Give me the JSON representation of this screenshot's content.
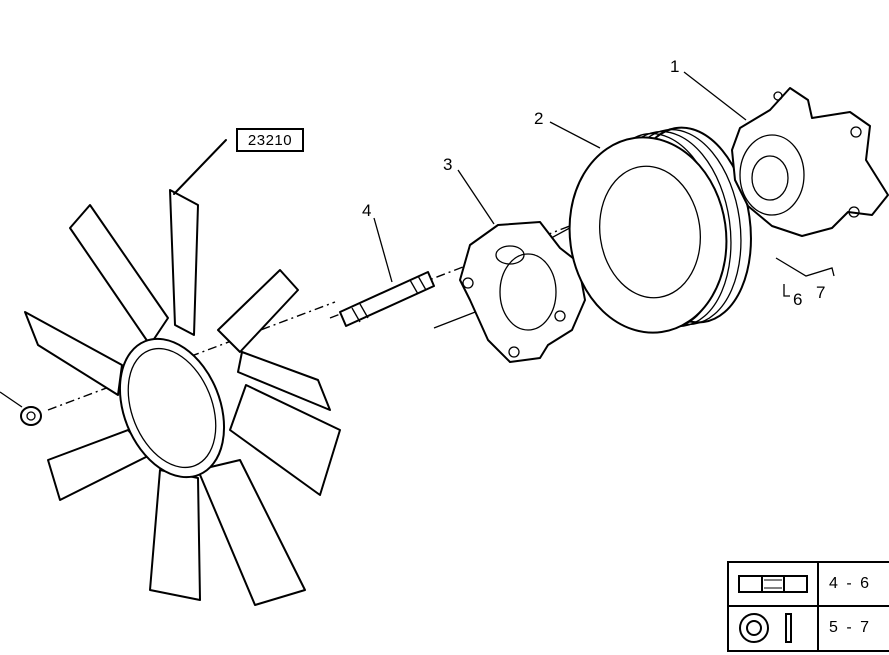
{
  "reference": {
    "code": "23210"
  },
  "callouts": [
    {
      "id": "callout-1",
      "label": "1"
    },
    {
      "id": "callout-2",
      "label": "2"
    },
    {
      "id": "callout-3",
      "label": "3"
    },
    {
      "id": "callout-4",
      "label": "4"
    },
    {
      "id": "callout-6",
      "label": "6"
    },
    {
      "id": "callout-7",
      "label": "7"
    }
  ],
  "legend": {
    "rows": [
      {
        "icon": "bolt-side-view-icon",
        "text": "4 - 6"
      },
      {
        "icon": "washer-nut-icon",
        "text": "5 - 7"
      }
    ]
  }
}
